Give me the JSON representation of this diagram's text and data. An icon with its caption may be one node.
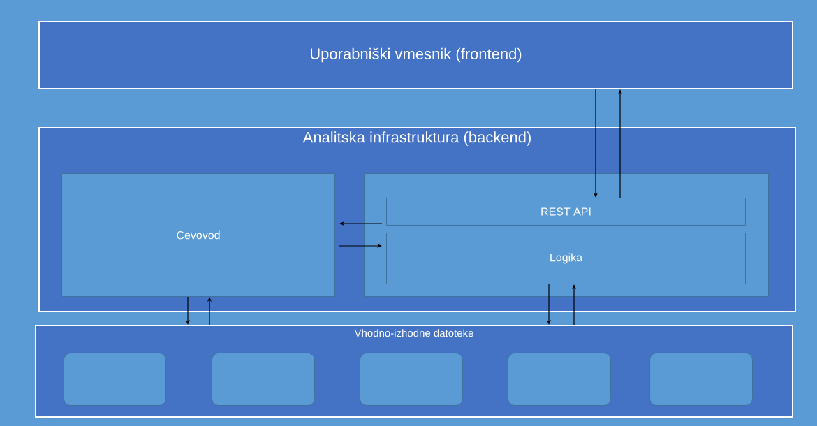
{
  "diagram": {
    "nodes": [
      {
        "text": [
          "Uporabniški vmesnik (frontend)"
        ]
      },
      {
        "text": [
          "Analitska infrastruktura (backend)"
        ]
      },
      {
        "text": [
          "Cevovod"
        ],
        "in": 1
      },
      {
        "text": [],
        "shape": "box",
        "in": 1
      },
      {
        "text": [
          "REST API"
        ],
        "in": 3
      },
      {
        "text": [
          "Logika"
        ],
        "in": 3
      },
      {
        "text": [
          "Vhodno-izhodne datoteke"
        ]
      },
      {
        "text": [],
        "shape": "box",
        "in": 6
      },
      {
        "text": [],
        "shape": "box",
        "in": 6
      },
      {
        "text": [],
        "shape": "box",
        "in": 6
      },
      {
        "text": [],
        "shape": "box",
        "in": 6
      },
      {
        "text": [],
        "shape": "box",
        "in": 6
      }
    ],
    "edges": [
      {
        "from": 0,
        "to": 4,
        "arrow": "to"
      },
      {
        "from": 4,
        "to": 0,
        "arrow": "to"
      },
      {
        "from": 4,
        "to": 2,
        "arrow": "to"
      },
      {
        "from": 2,
        "to": 5,
        "arrow": "to"
      },
      {
        "from": 2,
        "to": 6,
        "arrow": "to"
      },
      {
        "from": 6,
        "to": 2,
        "arrow": "to"
      },
      {
        "from": 5,
        "to": 6,
        "arrow": "to"
      },
      {
        "from": 6,
        "to": 5,
        "arrow": "to"
      }
    ]
  }
}
